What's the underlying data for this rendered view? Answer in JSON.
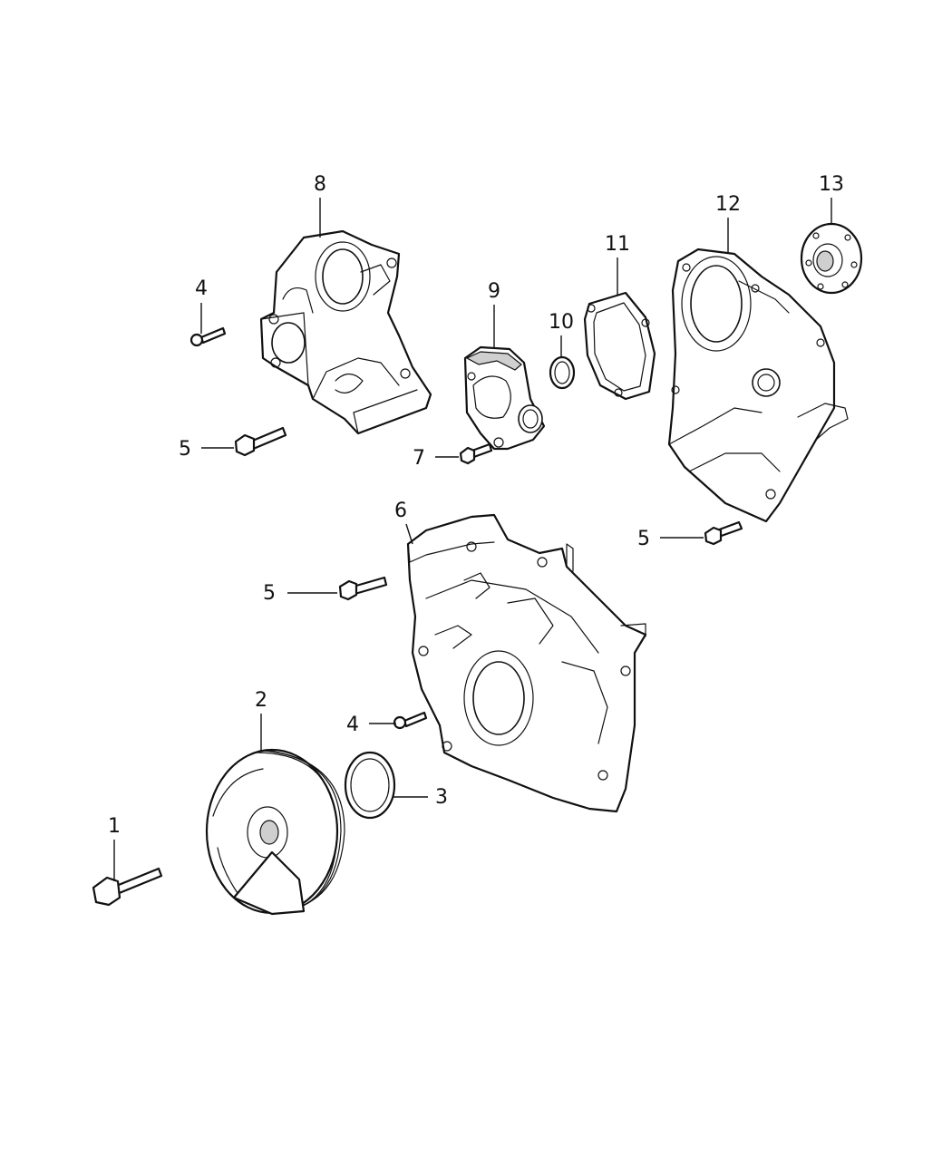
{
  "callouts": {
    "c1": "1",
    "c2": "2",
    "c3": "3",
    "c4a": "4",
    "c4b": "4",
    "c5a": "5",
    "c5b": "5",
    "c5c": "5",
    "c6": "6",
    "c7": "7",
    "c8": "8",
    "c9": "9",
    "c10": "10",
    "c11": "11",
    "c12": "12",
    "c13": "13"
  },
  "colors": {
    "line": "#111111",
    "background": "#ffffff"
  }
}
